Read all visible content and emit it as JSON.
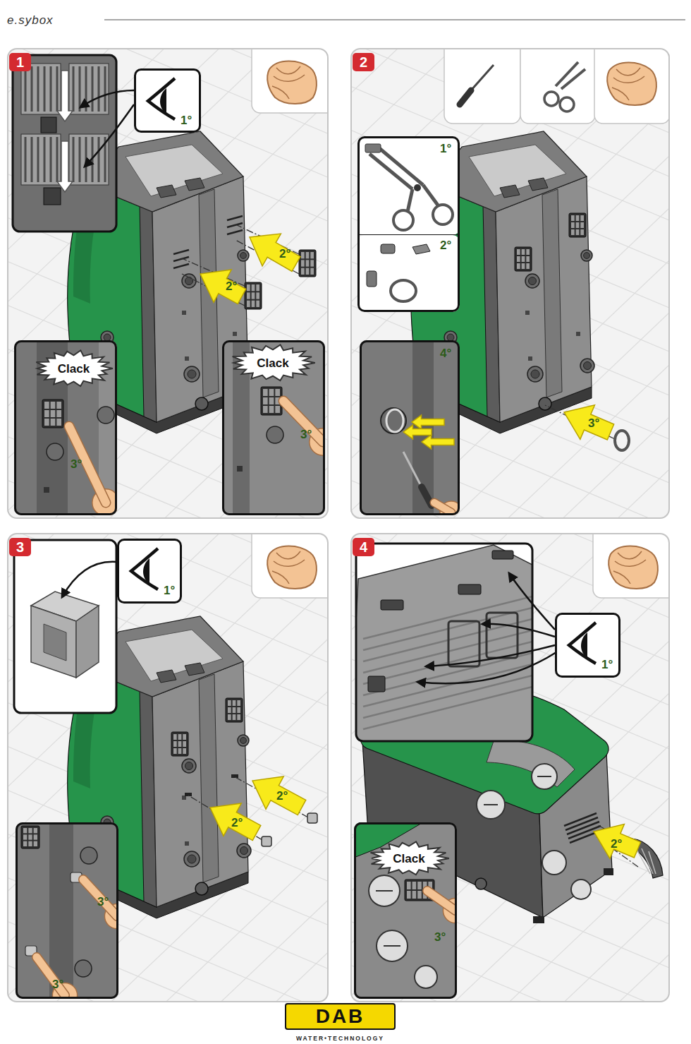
{
  "diagram": {
    "nodes": [
      {
        "text": [
          "1"
        ]
      },
      {
        "text": [
          "1°"
        ],
        "in": 0
      },
      {
        "text": [
          "3°"
        ],
        "in": 0
      },
      {
        "text": [
          "Clack"
        ],
        "in": 2
      },
      {
        "text": [
          "3°"
        ],
        "in": 0
      },
      {
        "text": [
          "Clack"
        ],
        "in": 4
      },
      {
        "text": [
          "2"
        ]
      },
      {
        "text": [
          "1°"
        ],
        "in": 6
      },
      {
        "text": [
          "2°"
        ],
        "in": 6
      },
      {
        "text": [
          "4°"
        ],
        "in": 6
      },
      {
        "text": [
          "3"
        ]
      },
      {
        "text": [
          "1°"
        ],
        "in": 10
      },
      {
        "text": [
          "3°",
          "3°"
        ],
        "in": 10
      },
      {
        "text": [
          "4"
        ]
      },
      {
        "text": [
          "1°"
        ],
        "in": 13
      },
      {
        "text": [
          "3°"
        ],
        "in": 13
      },
      {
        "text": [
          "Clack"
        ],
        "in": 15
      }
    ],
    "labels": [
      "e.sybox",
      "2°",
      "2°",
      "3°",
      "2°",
      "2°",
      "2°",
      "DAB",
      "WATER•TECHNOLOGY"
    ]
  }
}
